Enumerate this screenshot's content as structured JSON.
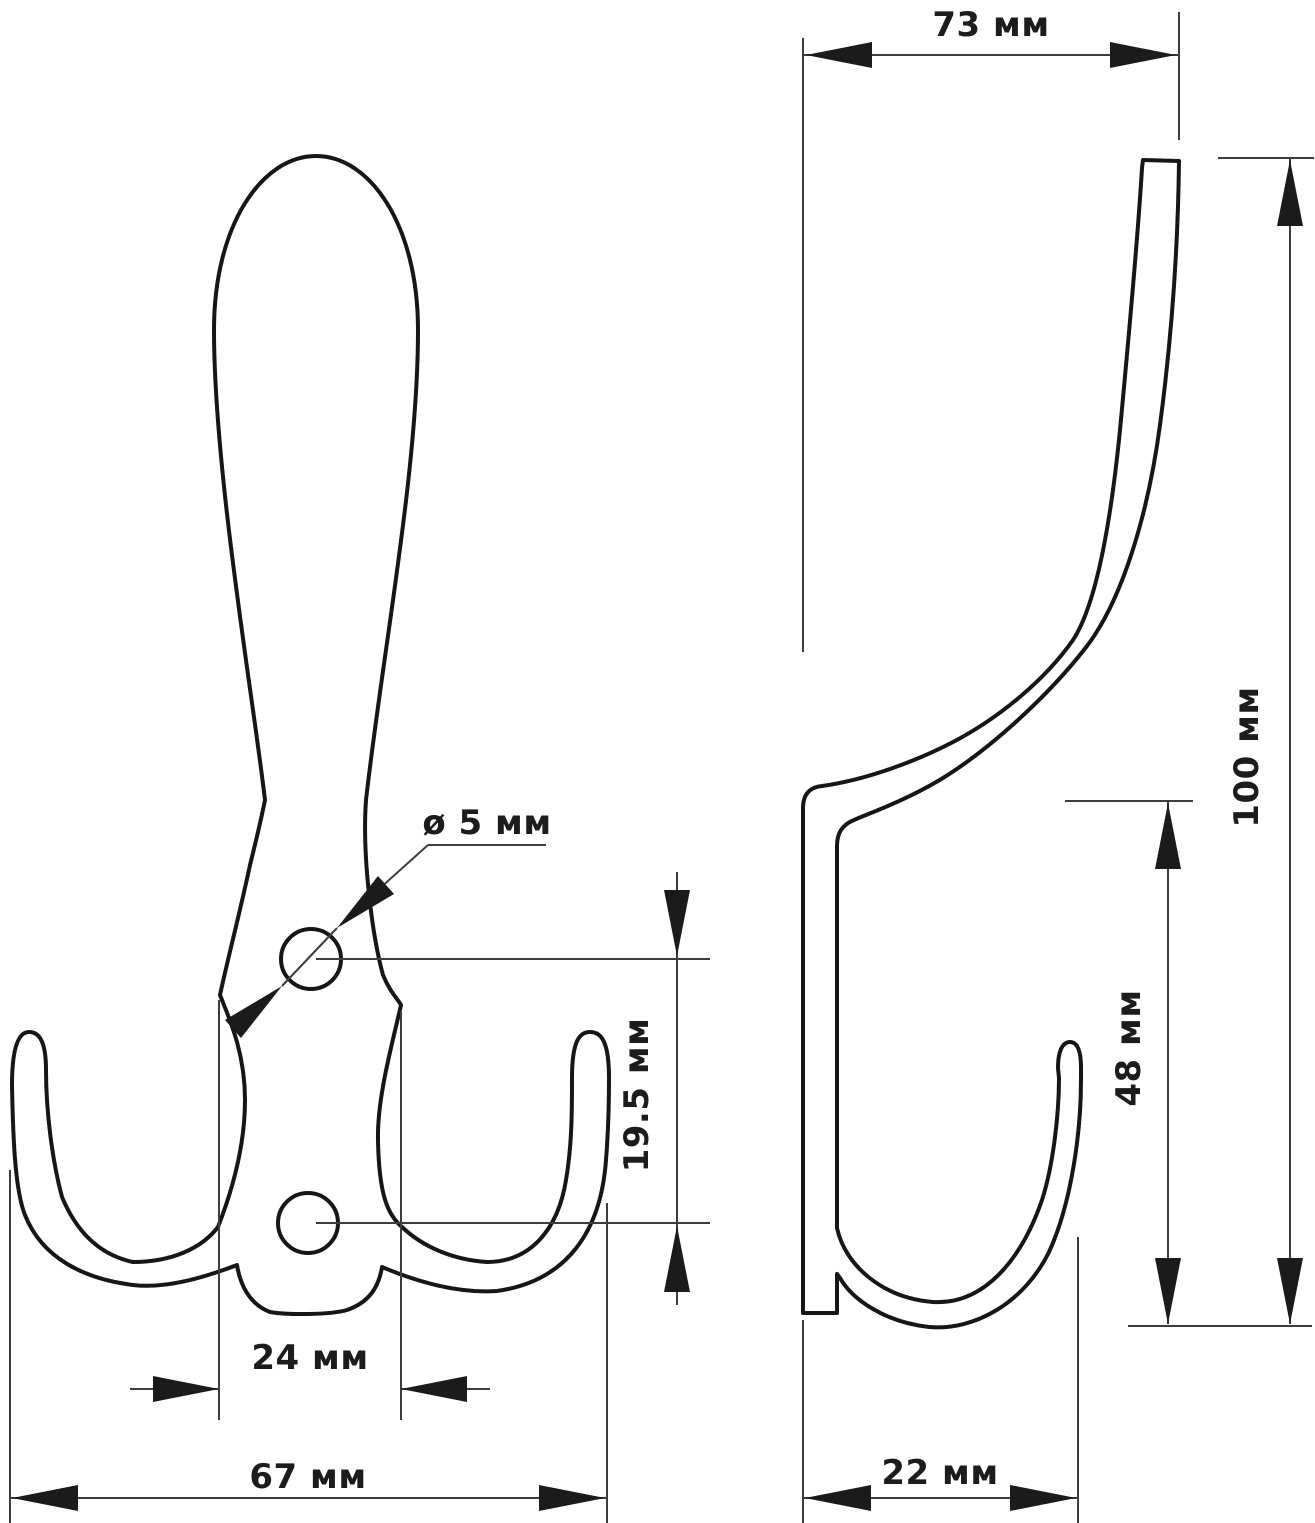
{
  "drawing": {
    "type": "technical-dimension-drawing",
    "views": [
      "front",
      "side"
    ],
    "units": "мм",
    "colors": {
      "ink": "#161616",
      "thin_line": "#3d3d3d",
      "text": "#1c1c1c",
      "background": "#ffffff"
    }
  },
  "dimensions": {
    "front_view": {
      "hole_diameter_label": "ø 5 мм",
      "hole_spacing_label": "19.5 мм",
      "hole_span_label": "24 мм",
      "overall_width_label": "67 мм"
    },
    "side_view": {
      "top_depth_label": "73 мм",
      "overall_height_label": "100 мм",
      "hook_drop_label": "48 мм",
      "base_depth_label": "22 мм"
    }
  }
}
